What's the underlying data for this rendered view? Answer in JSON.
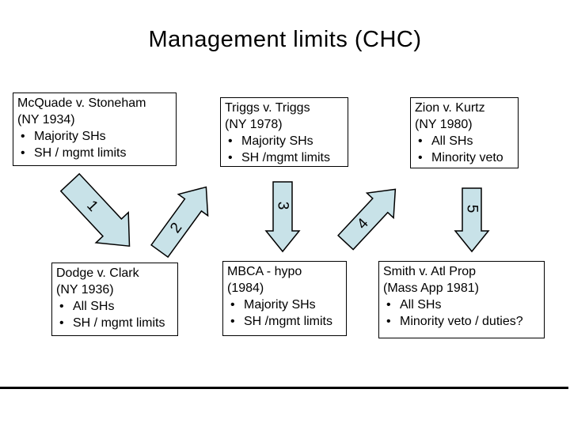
{
  "title": "Management limits (CHC)",
  "bullet_char": "•",
  "boxes": [
    {
      "name": "McQuade v. Stoneham",
      "citation": "(NY 1934)",
      "bullets": [
        "Majority SHs",
        "SH / mgmt limits"
      ]
    },
    {
      "name": "Triggs v. Triggs",
      "citation": "(NY 1978)",
      "bullets": [
        "Majority SHs",
        "SH /mgmt limits"
      ]
    },
    {
      "name": "Zion v. Kurtz",
      "citation": "(NY 1980)",
      "bullets": [
        "All SHs",
        "Minority veto"
      ]
    },
    {
      "name": "Dodge v. Clark",
      "citation": "(NY 1936)",
      "bullets": [
        "All SHs",
        "SH / mgmt limits"
      ]
    },
    {
      "name": "MBCA - hypo",
      "citation": "(1984)",
      "bullets": [
        "Majority SHs",
        "SH /mgmt limits"
      ]
    },
    {
      "name": "Smith v. Atl Prop",
      "citation": "(Mass App 1981)",
      "bullets": [
        "All SHs",
        "Minority veto / duties?"
      ]
    }
  ],
  "arrows": [
    {
      "label": "1",
      "direction": "down-right"
    },
    {
      "label": "2",
      "direction": "up-right"
    },
    {
      "label": "3",
      "direction": "down"
    },
    {
      "label": "4",
      "direction": "up-right"
    },
    {
      "label": "5",
      "direction": "down"
    }
  ],
  "colors": {
    "arrow_fill": "#c8e2e8",
    "arrow_outline": "#000000",
    "box_border": "#000000",
    "text": "#000000",
    "background": "#ffffff"
  }
}
